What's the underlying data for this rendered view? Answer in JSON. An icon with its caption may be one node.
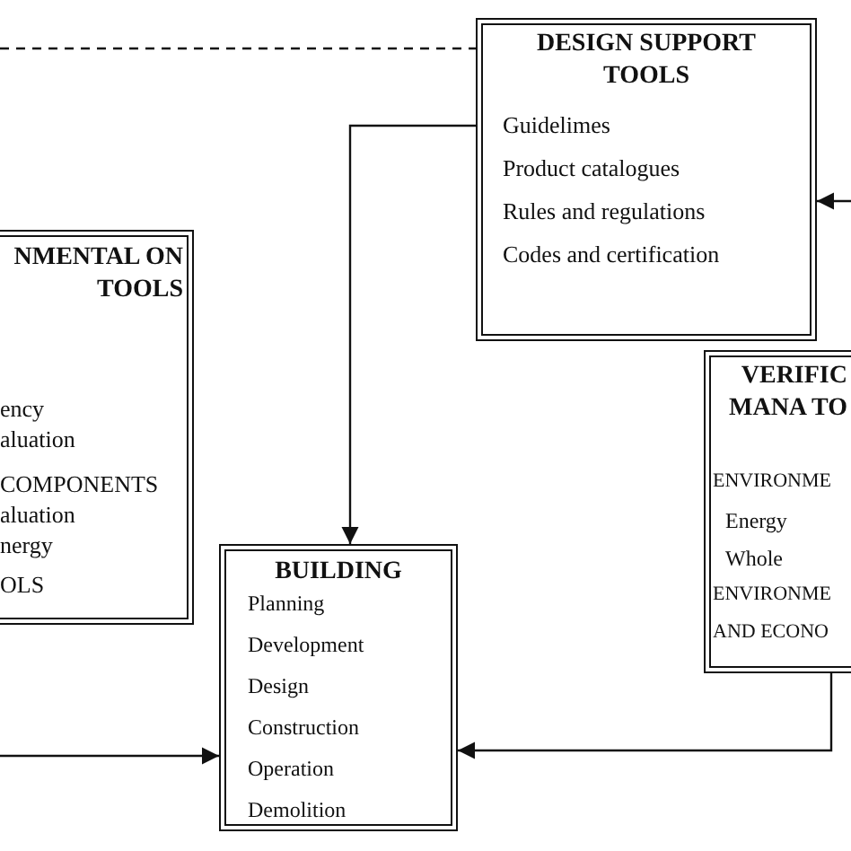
{
  "diagram": {
    "nodes": [
      {
        "text": [
          "DESIGN SUPPORT TOOLS",
          "Guidelimes",
          "Product catalogues",
          "Rules and regulations",
          "Codes and certification"
        ]
      },
      {
        "text": [
          "NMENTAL ON TOOLS",
          "ency",
          "aluation",
          "COMPONENTS",
          "aluation",
          "nergy",
          "OLS"
        ]
      },
      {
        "text": [
          "VERIFIC MANA TO",
          "ENVIRONME",
          "Energy",
          "Whole",
          "ENVIRONME",
          "AND ECONO"
        ]
      },
      {
        "text": [
          "BUILDING",
          "Planning",
          "Development",
          "Design",
          "Construction",
          "Operation",
          "Demolition"
        ]
      }
    ],
    "edges": [
      {
        "from": 0,
        "to": 3,
        "arrow": "to"
      },
      {
        "from": null,
        "to": 3,
        "arrow": "to"
      },
      {
        "from": 2,
        "to": 3,
        "arrow": "to"
      },
      {
        "from": null,
        "to": 0,
        "arrow": "to"
      },
      {
        "from": null,
        "to": 0,
        "arrow": "none",
        "style": "dashed"
      }
    ]
  }
}
